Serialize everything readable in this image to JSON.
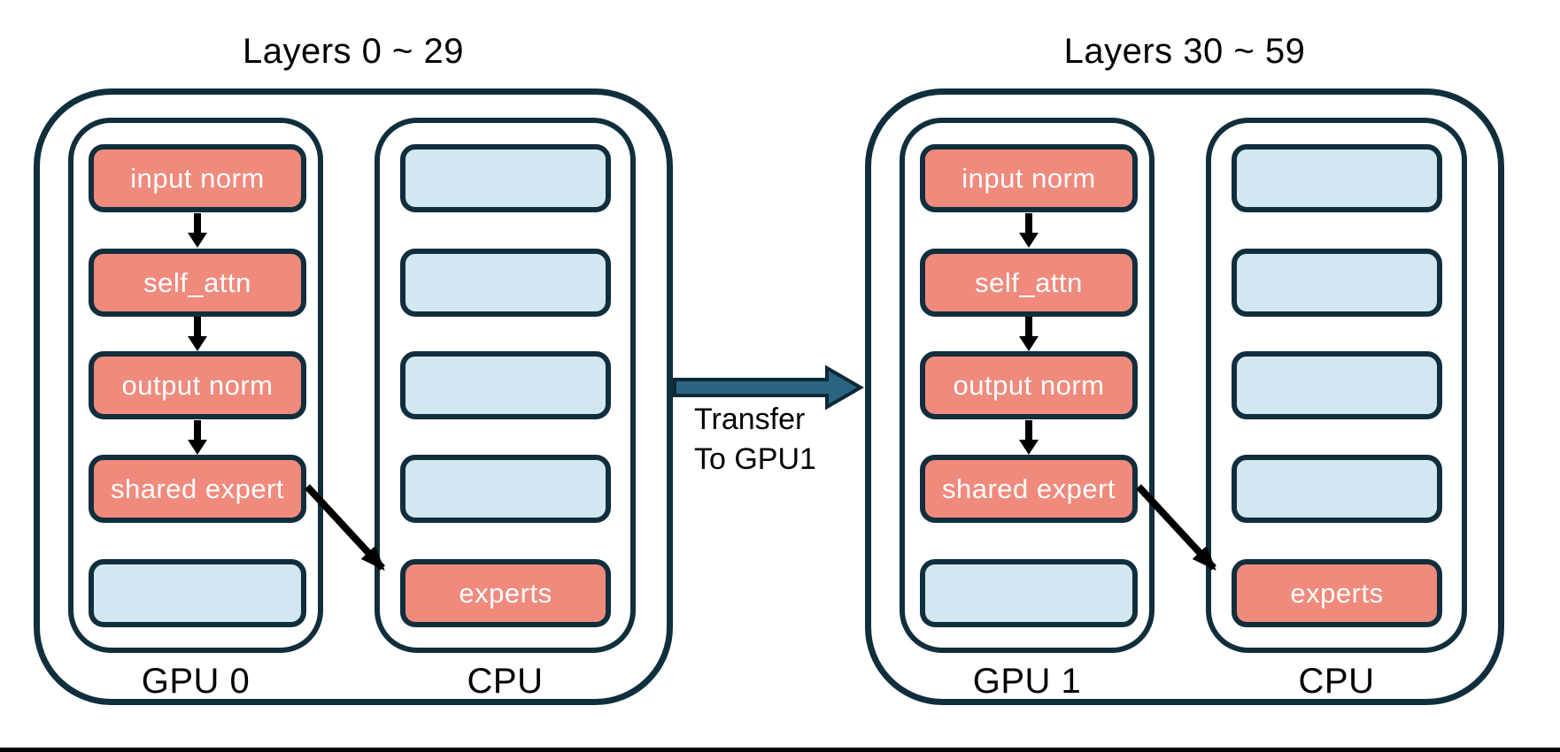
{
  "colors": {
    "border": "#112E3D",
    "module_fill": "#F08A7C",
    "empty_fill": "#D1E8F0",
    "transfer_arrow_fill": "#2A6480",
    "transfer_arrow_outline": "#0D2836",
    "flow_arrow": "#000000",
    "text_light": "#FFFFFF",
    "text_dark": "#000000"
  },
  "assemblies": [
    {
      "title": "Layers 0 ~ 29",
      "gpu": {
        "label": "GPU 0",
        "boxes": [
          {
            "label": "input norm",
            "kind": "module"
          },
          {
            "label": "self_attn",
            "kind": "module"
          },
          {
            "label": "output norm",
            "kind": "module"
          },
          {
            "label": "shared expert",
            "kind": "module"
          },
          {
            "label": "",
            "kind": "empty"
          }
        ]
      },
      "cpu": {
        "label": "CPU",
        "boxes": [
          {
            "label": "",
            "kind": "empty"
          },
          {
            "label": "",
            "kind": "empty"
          },
          {
            "label": "",
            "kind": "empty"
          },
          {
            "label": "",
            "kind": "empty"
          },
          {
            "label": "experts",
            "kind": "module"
          }
        ]
      }
    },
    {
      "title": "Layers 30 ~ 59",
      "gpu": {
        "label": "GPU 1",
        "boxes": [
          {
            "label": "input norm",
            "kind": "module"
          },
          {
            "label": "self_attn",
            "kind": "module"
          },
          {
            "label": "output norm",
            "kind": "module"
          },
          {
            "label": "shared expert",
            "kind": "module"
          },
          {
            "label": "",
            "kind": "empty"
          }
        ]
      },
      "cpu": {
        "label": "CPU",
        "boxes": [
          {
            "label": "",
            "kind": "empty"
          },
          {
            "label": "",
            "kind": "empty"
          },
          {
            "label": "",
            "kind": "empty"
          },
          {
            "label": "",
            "kind": "empty"
          },
          {
            "label": "experts",
            "kind": "module"
          }
        ]
      }
    }
  ],
  "transfer": {
    "line1": "Transfer",
    "line2": "To GPU1"
  }
}
